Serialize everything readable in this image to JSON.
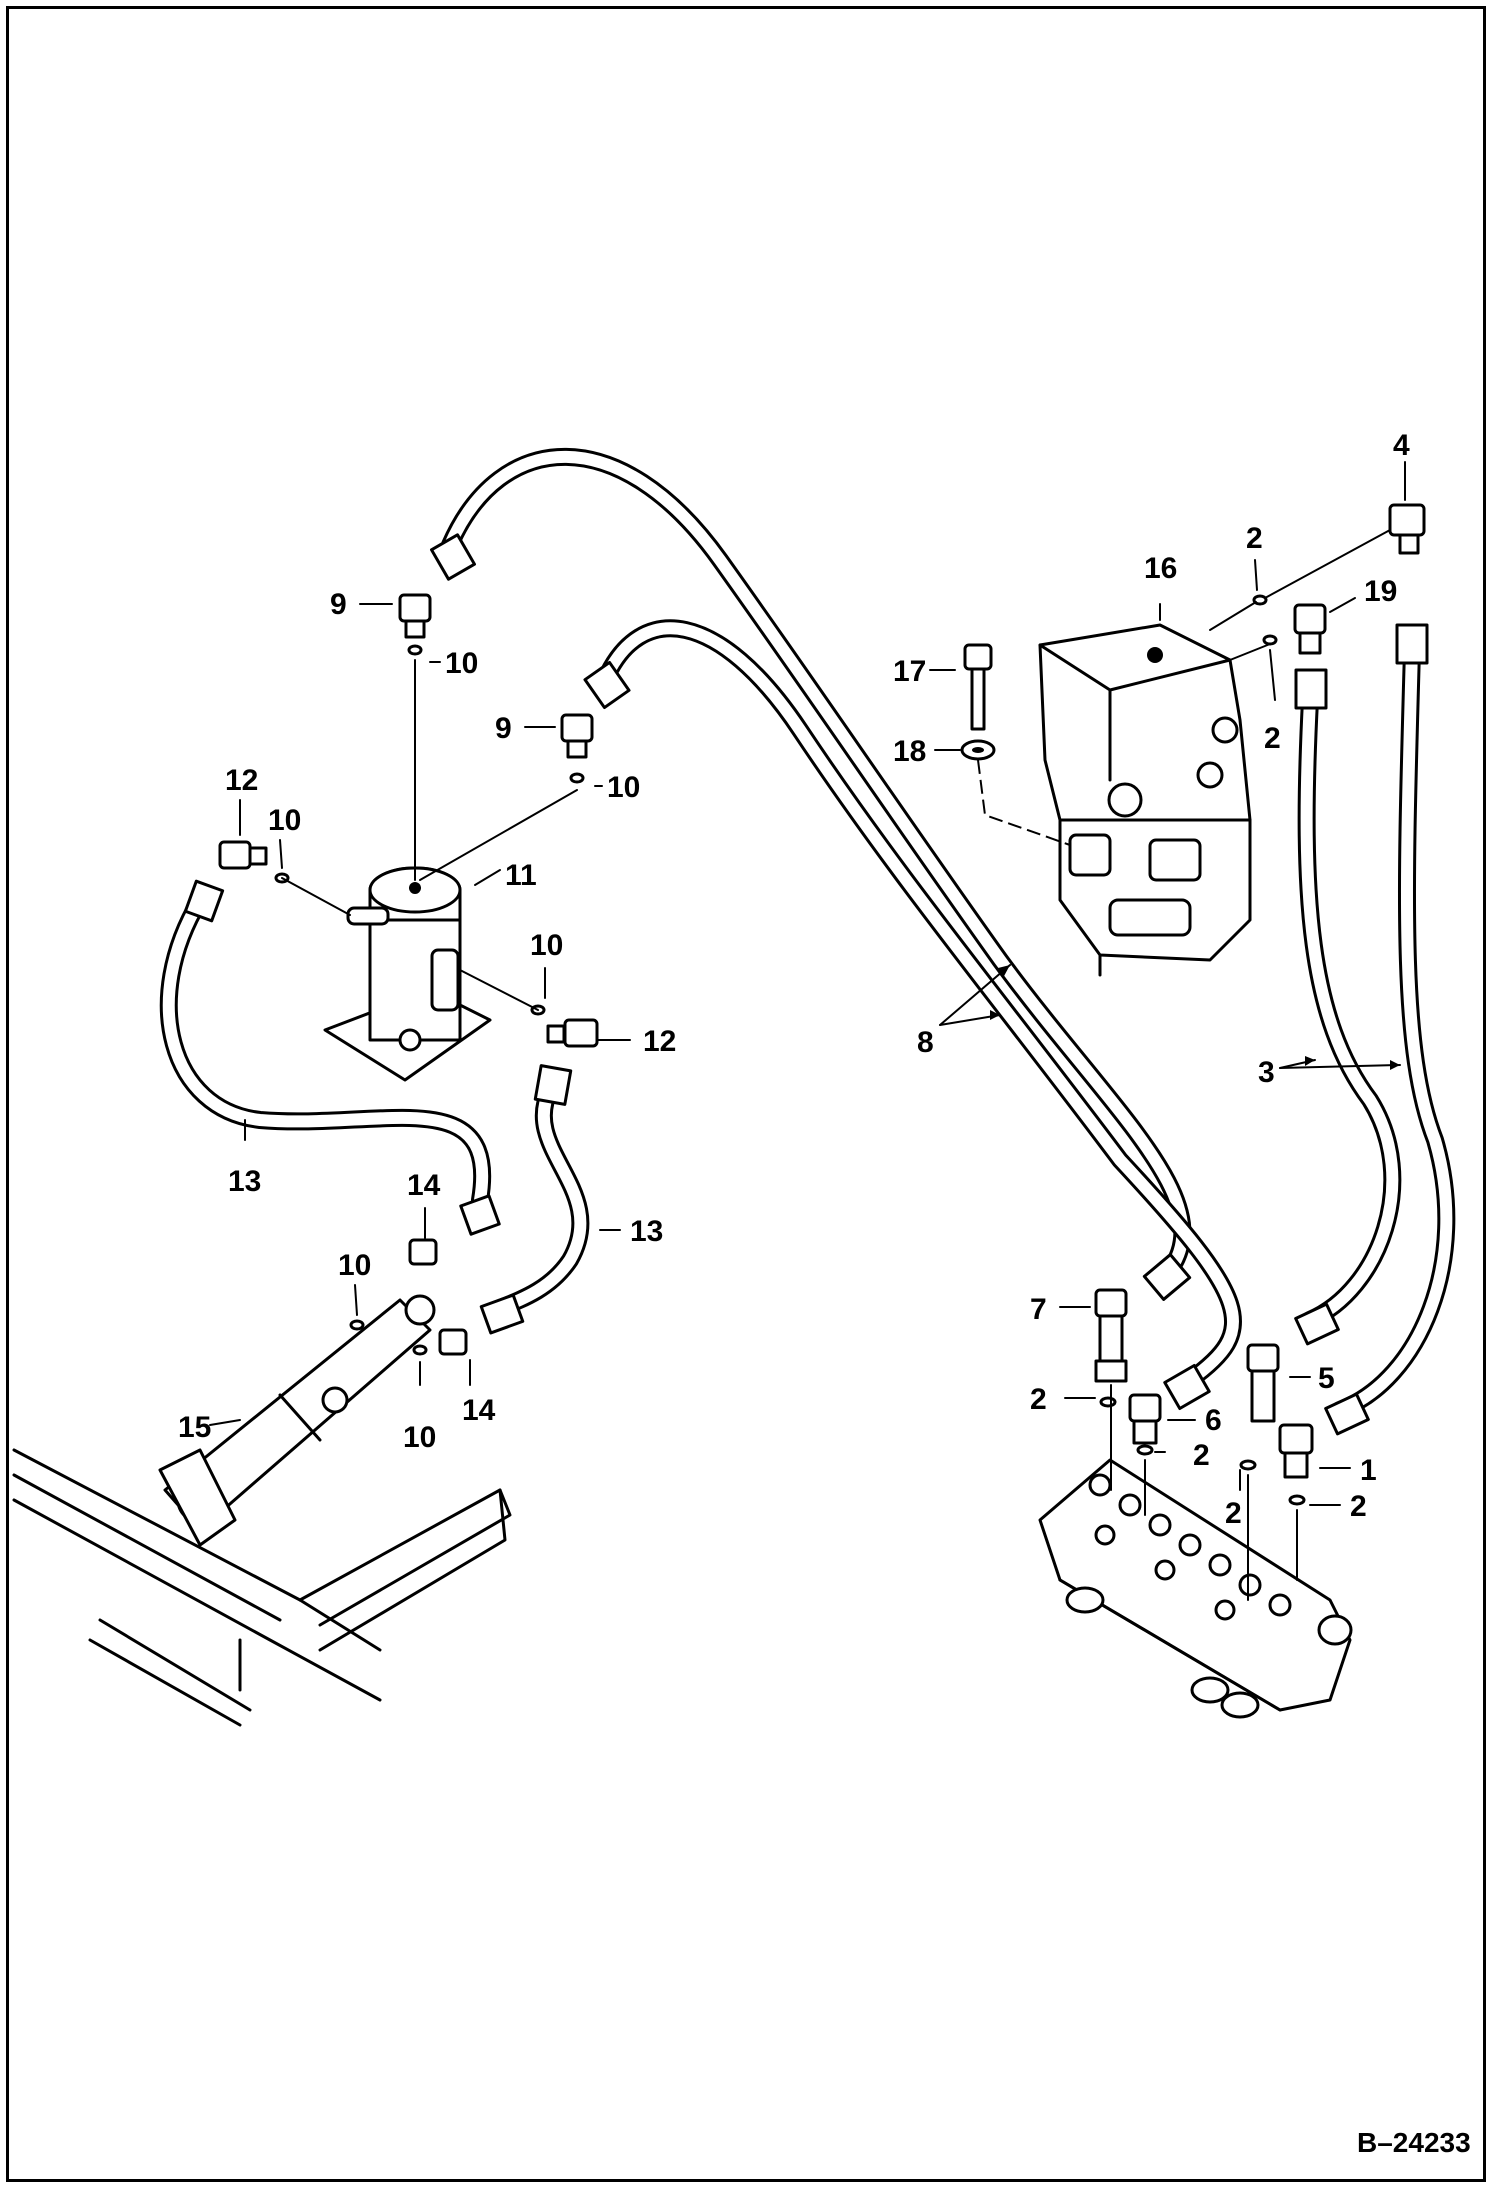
{
  "diagram": {
    "reference": "B–24233",
    "callouts": {
      "c1": "1",
      "c2a": "2",
      "c2b": "2",
      "c2c": "2",
      "c2d": "2",
      "c2e": "2",
      "c2f": "2",
      "c3": "3",
      "c4": "4",
      "c5": "5",
      "c6": "6",
      "c7": "7",
      "c8": "8",
      "c9a": "9",
      "c9b": "9",
      "c10a": "10",
      "c10b": "10",
      "c10c": "10",
      "c10d": "10",
      "c10e": "10",
      "c10f": "10",
      "c11": "11",
      "c12a": "12",
      "c12b": "12",
      "c13a": "13",
      "c13b": "13",
      "c14a": "14",
      "c14b": "14",
      "c15": "15",
      "c16": "16",
      "c17": "17",
      "c18": "18",
      "c19": "19"
    }
  }
}
